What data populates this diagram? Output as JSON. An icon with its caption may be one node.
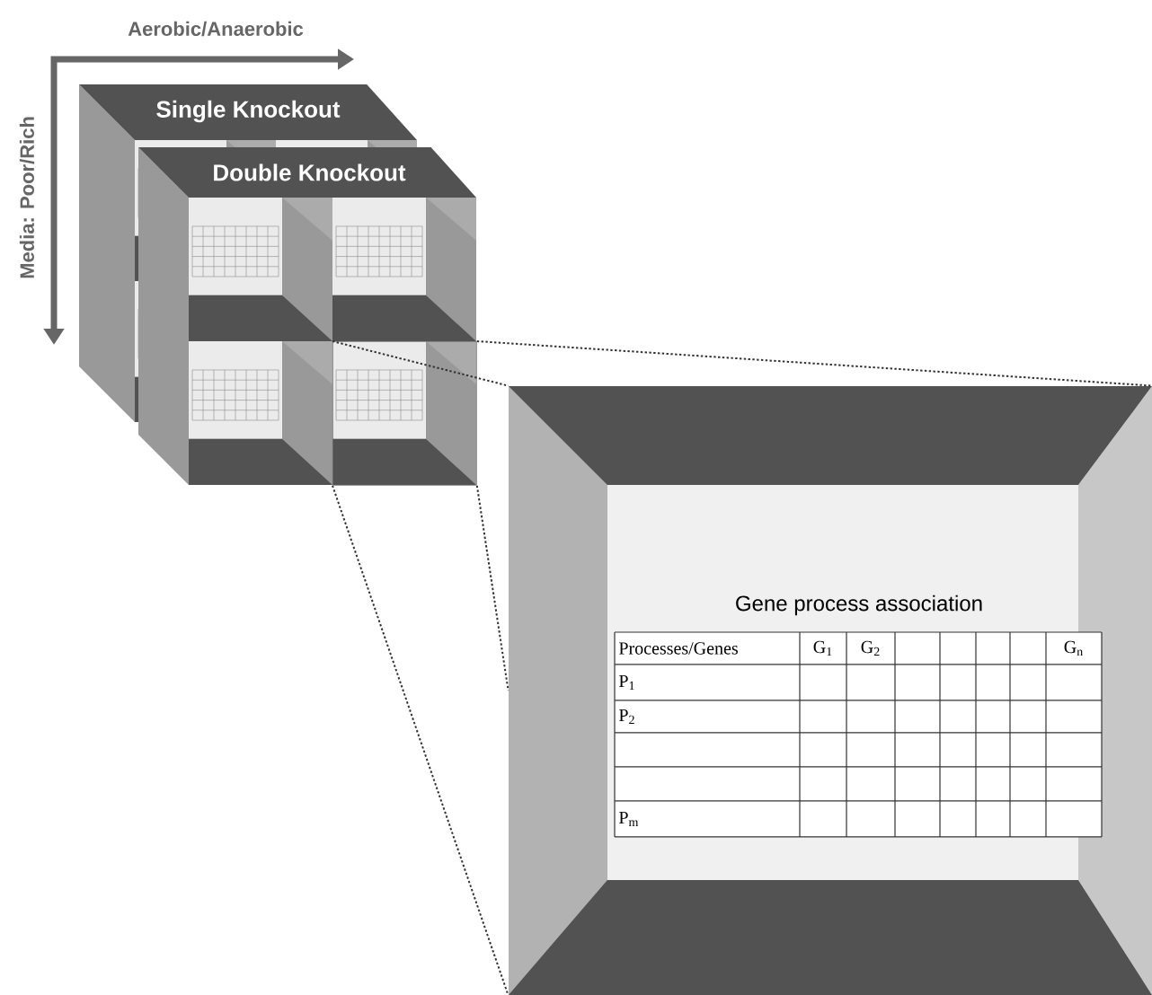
{
  "diagram": {
    "nodes": [
      {
        "text": [
          "Single Knockout"
        ]
      },
      {
        "text": [
          "Double Knockout"
        ]
      },
      {
        "text": [
          "Gene process association"
        ]
      },
      {
        "text": [],
        "shape": "box",
        "in": 1
      }
    ],
    "edges": [
      {
        "from": 3,
        "to": 2,
        "arrow": "none",
        "style": "dashed"
      },
      {
        "from": 3,
        "to": 2,
        "arrow": "none",
        "style": "dashed"
      },
      {
        "from": 3,
        "to": 2,
        "arrow": "none",
        "style": "dashed"
      },
      {
        "from": 3,
        "to": 2,
        "arrow": "none",
        "style": "dashed"
      }
    ],
    "labels": [
      "Aerobic/Anaerobic",
      "Media: Poor/Rich",
      "Processes/Genes",
      "G$_{1}$",
      "G$_{2}$",
      "G$_{n}$",
      "P$_{1}$",
      "P$_{2}$",
      "P$_{m}$"
    ]
  }
}
